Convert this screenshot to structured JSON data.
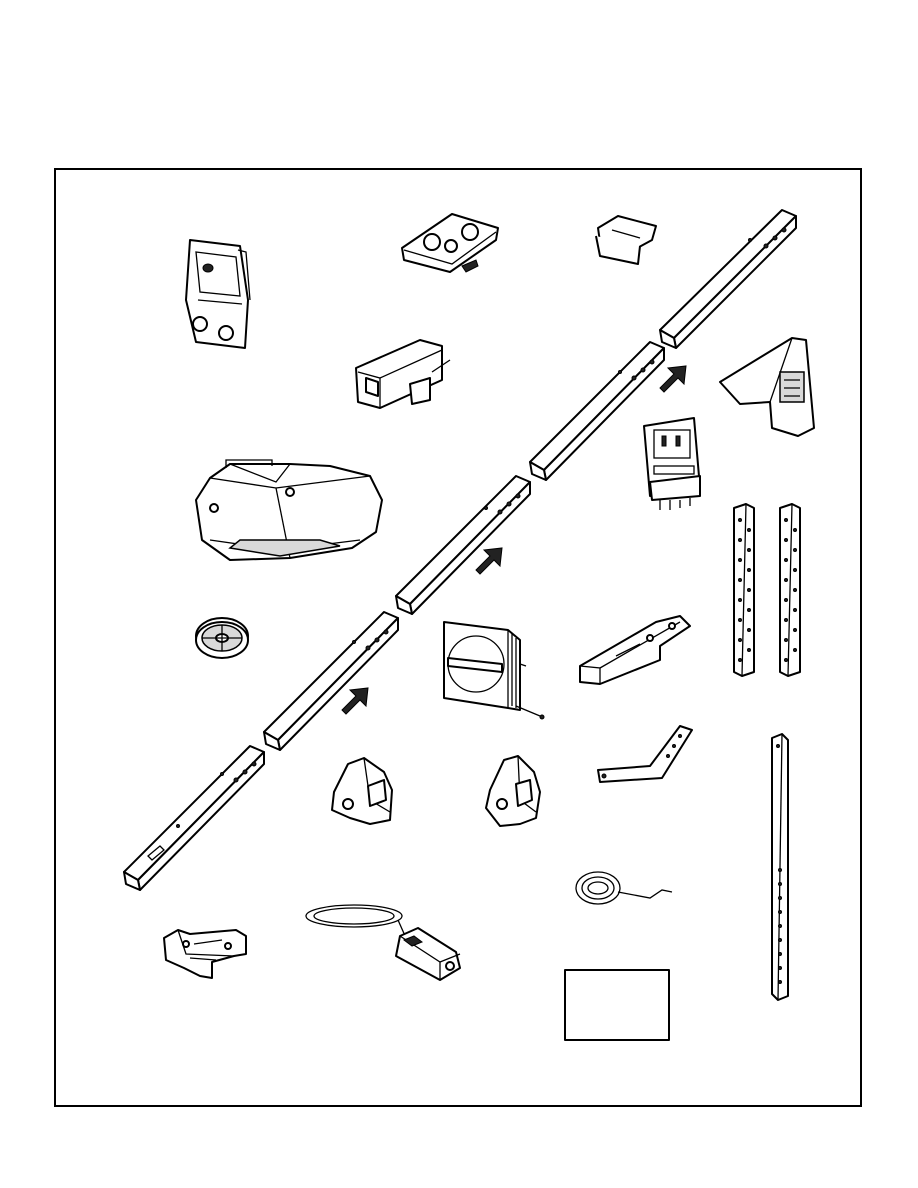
{
  "page": {
    "title": ""
  },
  "parts": [
    {
      "id": "door-control-panel",
      "label": ""
    },
    {
      "id": "remote-control",
      "label": ""
    },
    {
      "id": "visor-clip",
      "label": ""
    },
    {
      "id": "rail-section-top",
      "label": ""
    },
    {
      "id": "trolley",
      "label": ""
    },
    {
      "id": "rail-section-2",
      "label": ""
    },
    {
      "id": "keyless-entry",
      "label": ""
    },
    {
      "id": "power-adapter",
      "label": ""
    },
    {
      "id": "motor-unit",
      "label": ""
    },
    {
      "id": "rail-section-3",
      "label": ""
    },
    {
      "id": "hanging-bracket-left",
      "label": ""
    },
    {
      "id": "hanging-bracket-right",
      "label": ""
    },
    {
      "id": "pulley",
      "label": ""
    },
    {
      "id": "light-lens",
      "label": ""
    },
    {
      "id": "door-bracket",
      "label": ""
    },
    {
      "id": "rail-section-4",
      "label": ""
    },
    {
      "id": "sensor-bracket-left",
      "label": ""
    },
    {
      "id": "sensor-bracket-right",
      "label": ""
    },
    {
      "id": "curved-door-arm",
      "label": ""
    },
    {
      "id": "rail-section-end",
      "label": ""
    },
    {
      "id": "bell-wire",
      "label": ""
    },
    {
      "id": "header-bracket",
      "label": ""
    },
    {
      "id": "safety-sensor",
      "label": ""
    },
    {
      "id": "hardware-bag",
      "label": ""
    },
    {
      "id": "straight-door-arm",
      "label": ""
    }
  ]
}
